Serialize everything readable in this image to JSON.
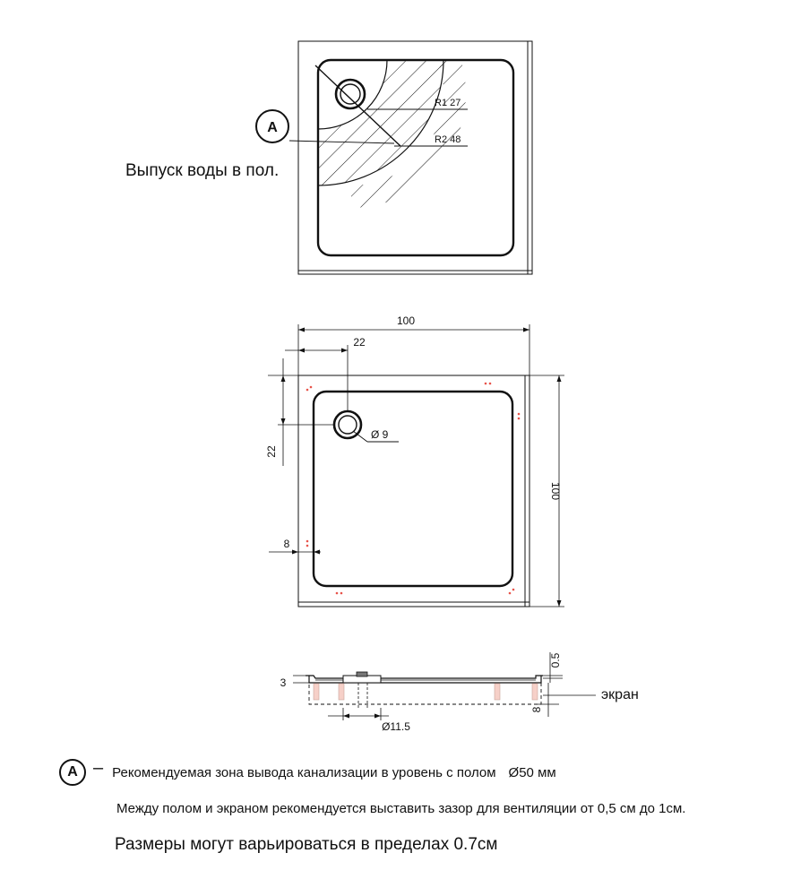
{
  "callout": {
    "letter": "A"
  },
  "labels": {
    "water_outlet": "Выпуск воды в пол.",
    "radius_1": "R1 27",
    "radius_2": "R2 48",
    "screen": "экран"
  },
  "dimensions": {
    "width_total": "100",
    "depth_total": "100",
    "drain_offset_x": "22",
    "drain_offset_y": "22",
    "drain_diameter": "Ø 9",
    "rim_width": "8",
    "base_height": "3",
    "rim_top": "0.5",
    "screen_height": "8",
    "outlet_diameter": "Ø11.5"
  },
  "notes": {
    "dash": "–",
    "sewer": "Рекомендуемая зона вывода канализации в уровень с полом",
    "sewer_diameter": "Ø50 мм",
    "ventilation": "Между полом и экраном рекомендуется выставить зазор для вентиляции от 0,5 см до 1см.",
    "tolerance": "Размеры могут варьироваться в пределах 0.7см"
  },
  "colors": {
    "line": "#111111",
    "marker": "#e8534a"
  }
}
